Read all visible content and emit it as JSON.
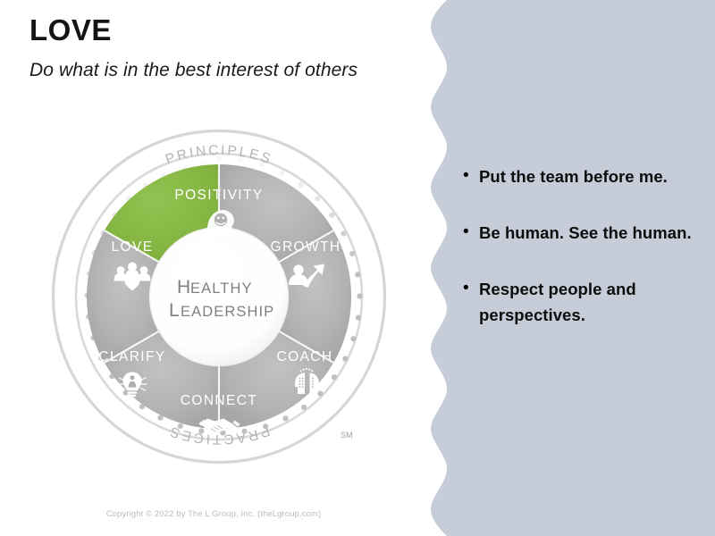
{
  "slide": {
    "title": "LOVE",
    "subtitle": "Do what is in the best interest of others",
    "copyright": "Copyright © 2022 by The L Group, Inc. (theLgroup.com)",
    "background_color": "#FFFFFF",
    "panel_color": "#C6CDD9",
    "accent_green": "#84B441",
    "segment_gray": "#B5B5B5"
  },
  "wheel": {
    "center_label_line1_cap": "H",
    "center_label_line1_rest": "EALTHY",
    "center_label_line2_cap": "L",
    "center_label_line2_rest": "EADERSHIP",
    "center_label": "Healthy Leadership",
    "outer_ring_top_label": "PRINCIPLES",
    "outer_ring_bottom_label": "PRACTICES",
    "service_mark": "SM",
    "segments": [
      {
        "label": "POSITIVITY",
        "icon": "head-smiley-icon",
        "group": "principles",
        "highlighted": false,
        "color": "#B5B5B5"
      },
      {
        "label": "GROWTH",
        "icon": "person-up-arrow-icon",
        "group": "principles",
        "highlighted": false,
        "color": "#B5B5B5"
      },
      {
        "label": "COACH",
        "icon": "two-heads-icon",
        "group": "practices",
        "highlighted": false,
        "color": "#B0B0B0"
      },
      {
        "label": "CONNECT",
        "icon": "handshake-icon",
        "group": "practices",
        "highlighted": false,
        "color": "#B0B0B0"
      },
      {
        "label": "CLARIFY",
        "icon": "lightbulb-person-icon",
        "group": "practices",
        "highlighted": false,
        "color": "#B0B0B0"
      },
      {
        "label": "LOVE",
        "icon": "people-heart-icon",
        "group": "principles",
        "highlighted": true,
        "color": "#84B441"
      }
    ]
  },
  "bullets": {
    "marker": "•",
    "items": [
      "Put the team before me.",
      "Be human. See the human.",
      "Respect people and perspectives."
    ]
  }
}
